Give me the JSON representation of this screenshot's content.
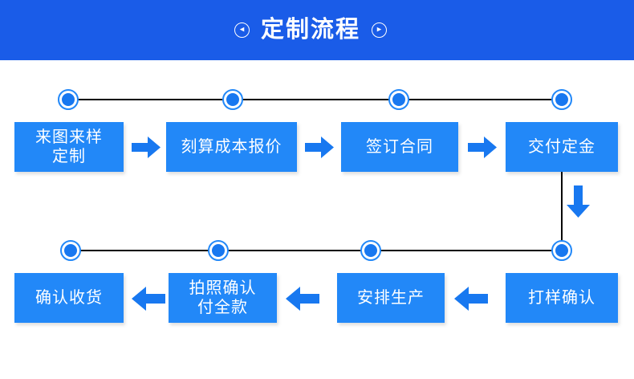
{
  "header": {
    "title": "定制流程",
    "left_icon": "circled-left-arrow-icon",
    "right_icon": "circled-right-arrow-icon",
    "left_glyph": "◂",
    "right_glyph": "▸",
    "background_color": "#1a5ce8",
    "text_color": "#ffffff"
  },
  "theme": {
    "box_color": "#2288f8",
    "arrow_color": "#1878f0",
    "line_color": "#000000",
    "dot_fill": "#1878f0",
    "dot_ring": "#2288f8",
    "page_background": "#ffffff"
  },
  "flow": {
    "row1": {
      "direction": "left-to-right",
      "steps": [
        {
          "id": "step-1",
          "label": "来图来样\n定制",
          "lines": 2
        },
        {
          "id": "step-2",
          "label": "刻算成本报价",
          "lines": 1
        },
        {
          "id": "step-3",
          "label": "签订合同",
          "lines": 1
        },
        {
          "id": "step-4",
          "label": "交付定金",
          "lines": 1
        }
      ],
      "arrows": [
        "right-arrow-1",
        "right-arrow-2",
        "right-arrow-3"
      ]
    },
    "connector": {
      "id": "row-connector-down",
      "direction": "down",
      "arrow": "down-arrow-1"
    },
    "row2": {
      "direction": "right-to-left",
      "steps": [
        {
          "id": "step-5",
          "label": "打样确认",
          "lines": 1
        },
        {
          "id": "step-6",
          "label": "安排生产",
          "lines": 1
        },
        {
          "id": "step-7",
          "label": "拍照确认\n付全款",
          "lines": 2
        },
        {
          "id": "step-8",
          "label": "确认收货",
          "lines": 1
        }
      ],
      "arrows": [
        "left-arrow-1",
        "left-arrow-2",
        "left-arrow-3"
      ]
    }
  }
}
